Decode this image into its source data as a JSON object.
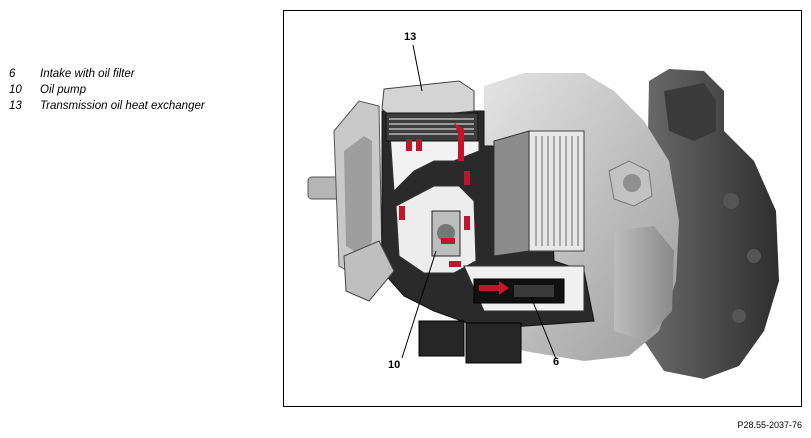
{
  "legend": [
    {
      "number": "6",
      "label": "Intake with oil filter"
    },
    {
      "number": "10",
      "label": "Oil pump"
    },
    {
      "number": "13",
      "label": "Transmission oil heat exchanger"
    }
  ],
  "callouts": {
    "heat_exchanger": "13",
    "oil_pump": "10",
    "oil_filter": "6"
  },
  "figure_reference": "P28.55-2037-76",
  "colors": {
    "oil_flow": "#c0152a",
    "housing_light": "#d7d7d7",
    "housing_mid": "#a9a9a9",
    "housing_dark": "#4a4a4a"
  }
}
